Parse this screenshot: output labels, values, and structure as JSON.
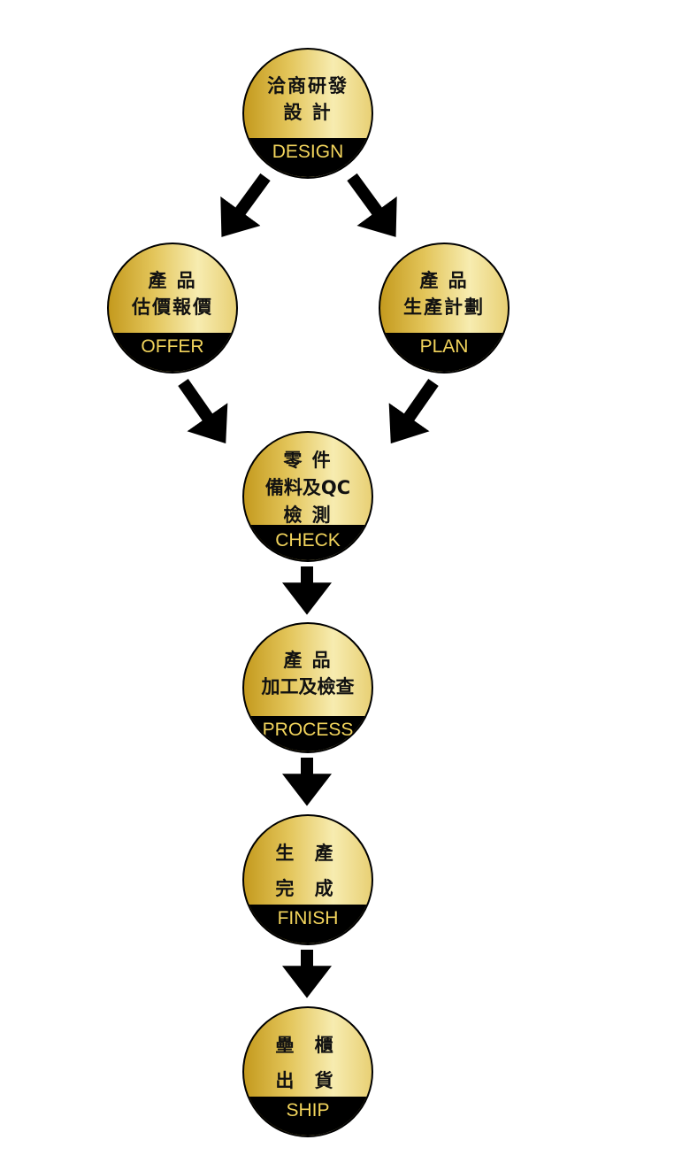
{
  "nodes": [
    {
      "zh": [
        "洽商研發",
        "設 計"
      ],
      "en": "DESIGN"
    },
    {
      "zh": [
        "產 品",
        "估價報價"
      ],
      "en": "OFFER"
    },
    {
      "zh": [
        "產 品",
        "生產計劃"
      ],
      "en": "PLAN"
    },
    {
      "zh": [
        "零 件",
        "備料及QC",
        "檢 測"
      ],
      "en": "CHECK"
    },
    {
      "zh": [
        "產 品",
        "加工及檢查"
      ],
      "en": "PROCESS"
    },
    {
      "zh": [
        "生 產",
        "完 成"
      ],
      "en": "FINISH"
    },
    {
      "zh": [
        "壘 櫃",
        "出 貨"
      ],
      "en": "SHIP"
    }
  ],
  "colors": {
    "gold_dark": "#c49a1e",
    "gold_light": "#f7ecb0",
    "label": "#f2d45c"
  }
}
